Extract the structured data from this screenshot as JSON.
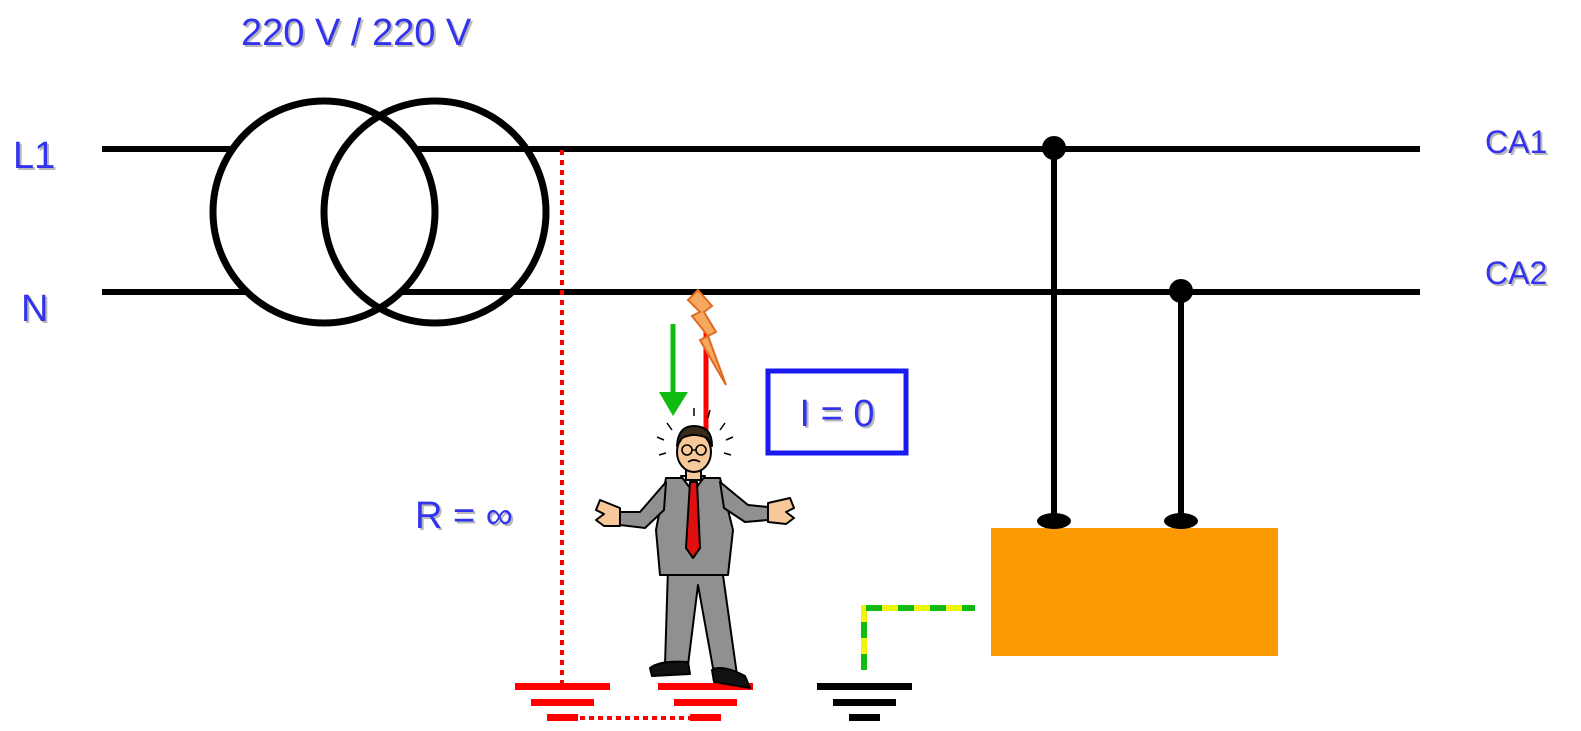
{
  "labels": {
    "transformer_rating": "220 V / 220 V",
    "line_l1": "L1",
    "line_n": "N",
    "output_ca1": "CA1",
    "output_ca2": "CA2",
    "resistance": "R = ∞",
    "current": "I = 0"
  },
  "colors": {
    "label_text": "#3333ee",
    "conductor": "#000000",
    "earth_path": "#ff0000",
    "earth_conductor_green": "#11bb11",
    "earth_conductor_yellow": "#f2f20a",
    "current_arrow": "#11bb11",
    "current_box_border": "#1a1aee",
    "appliance_body": "#fc9a03",
    "fault_spark": "#f7a860"
  },
  "icons": {
    "person": "confused-man-icon",
    "spark": "lightning-spark-icon",
    "earth": "ground-symbol-icon"
  }
}
